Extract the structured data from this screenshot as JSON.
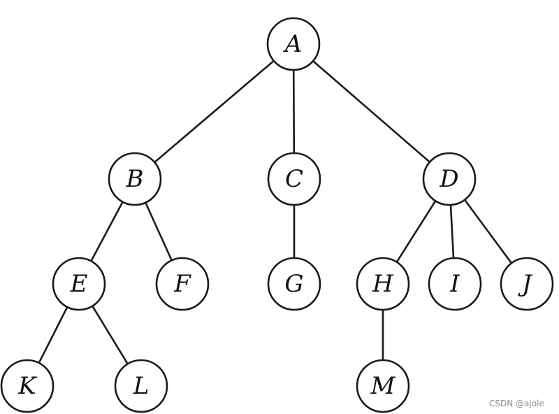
{
  "diagram": {
    "type": "tree",
    "root": "A",
    "nodes": [
      {
        "id": "A",
        "label": "A"
      },
      {
        "id": "B",
        "label": "B"
      },
      {
        "id": "C",
        "label": "C"
      },
      {
        "id": "D",
        "label": "D"
      },
      {
        "id": "E",
        "label": "E"
      },
      {
        "id": "F",
        "label": "F"
      },
      {
        "id": "G",
        "label": "G"
      },
      {
        "id": "H",
        "label": "H"
      },
      {
        "id": "I",
        "label": "I"
      },
      {
        "id": "J",
        "label": "J"
      },
      {
        "id": "K",
        "label": "K"
      },
      {
        "id": "L",
        "label": "L"
      },
      {
        "id": "M",
        "label": "M"
      }
    ],
    "edges": [
      {
        "from": "A",
        "to": "B"
      },
      {
        "from": "A",
        "to": "C"
      },
      {
        "from": "A",
        "to": "D"
      },
      {
        "from": "B",
        "to": "E"
      },
      {
        "from": "B",
        "to": "F"
      },
      {
        "from": "C",
        "to": "G"
      },
      {
        "from": "D",
        "to": "H"
      },
      {
        "from": "D",
        "to": "I"
      },
      {
        "from": "D",
        "to": "J"
      },
      {
        "from": "E",
        "to": "K"
      },
      {
        "from": "E",
        "to": "L"
      },
      {
        "from": "H",
        "to": "M"
      }
    ]
  },
  "watermark": {
    "text": "CSDN @ajole"
  },
  "colors": {
    "stroke": "#1a1a1a",
    "background": "#ffffff"
  }
}
